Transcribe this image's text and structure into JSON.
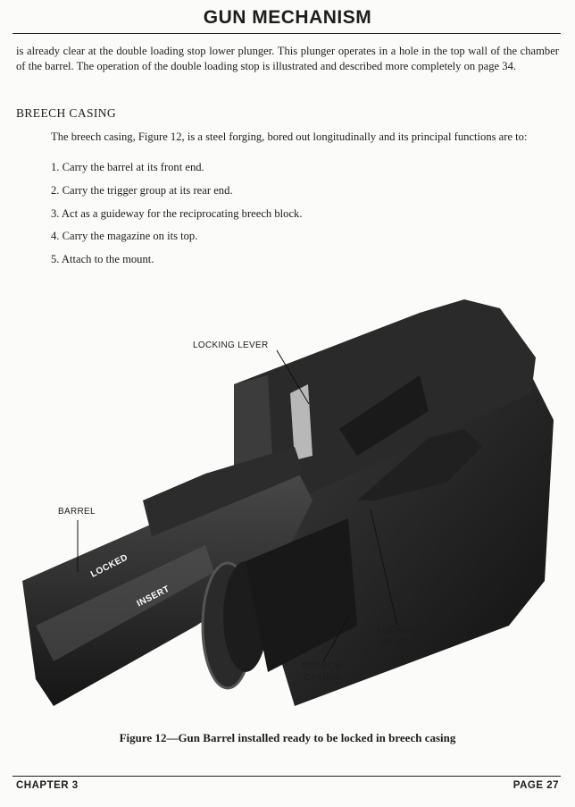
{
  "header": {
    "title": "GUN MECHANISM"
  },
  "intro_paragraph": "is already clear at the double loading stop lower plunger. This plunger operates in a hole in the top wall of the chamber of the barrel. The operation of the double loading stop is illustrated and described more completely on page 34.",
  "section": {
    "heading": "BREECH CASING",
    "paragraph": "The breech casing, Figure 12, is a steel forging, bored out longitudinally and its principal functions are to:",
    "functions": [
      "1. Carry the barrel at its front end.",
      "2. Carry the trigger group at its rear end.",
      "3. Act as a guideway for the reciprocating breech block.",
      "4. Carry the magazine on its top.",
      "5. Attach to the mount."
    ]
  },
  "figure": {
    "labels": {
      "locking_lever": "LOCKING LEVER",
      "barrel": "BARREL",
      "locking_handle_1": "LOCKING",
      "locking_handle_2": "HANDLE",
      "breech_casing_1": "BREECH",
      "breech_casing_2": "CASING",
      "locked": "LOCKED",
      "insert": "INSERT"
    },
    "caption": "Figure 12—Gun Barrel installed ready to be locked in breech casing"
  },
  "footer": {
    "chapter": "CHAPTER 3",
    "page": "PAGE 27"
  }
}
